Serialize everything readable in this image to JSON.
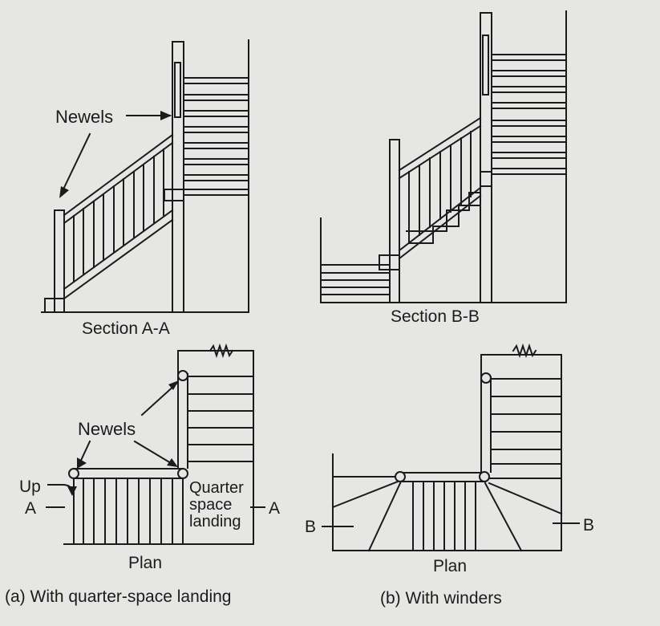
{
  "figure": {
    "a": {
      "section_title": "Section A-A",
      "newels_top": "Newels",
      "newels_plan": "Newels",
      "plan_title": "Plan",
      "up": "Up",
      "cut_left": "A",
      "cut_right": "A",
      "landing_lines": [
        "Quarter",
        "space",
        "landing"
      ],
      "caption": "(a) With quarter-space landing"
    },
    "b": {
      "section_title": "Section B-B",
      "plan_title": "Plan",
      "cut_left": "B",
      "cut_right": "B",
      "caption": "(b) With winders"
    }
  },
  "colors": {
    "paper": "#e6e6e4",
    "ink": "#1b1b1b"
  }
}
